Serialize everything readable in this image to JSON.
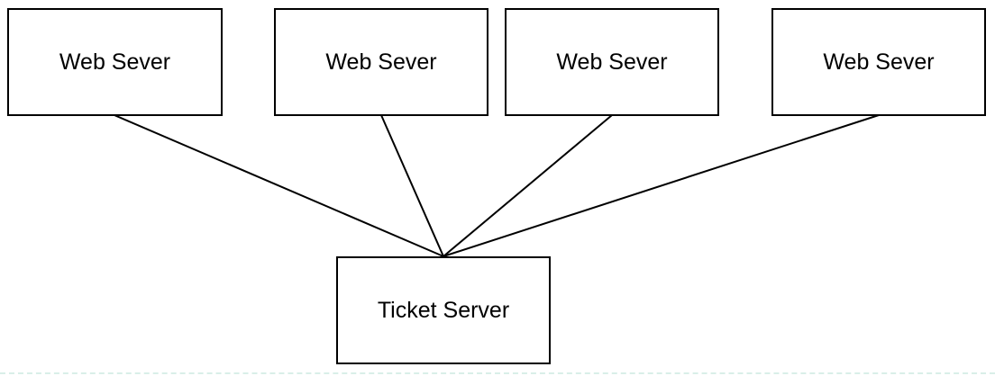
{
  "diagram": {
    "web_servers": [
      {
        "label": "Web Sever"
      },
      {
        "label": "Web Sever"
      },
      {
        "label": "Web Sever"
      },
      {
        "label": "Web Sever"
      }
    ],
    "ticket_server": {
      "label": "Ticket Server"
    },
    "edges": [
      {
        "from": "web-server-1",
        "to": "ticket-server"
      },
      {
        "from": "web-server-2",
        "to": "ticket-server"
      },
      {
        "from": "web-server-3",
        "to": "ticket-server"
      },
      {
        "from": "web-server-4",
        "to": "ticket-server"
      }
    ],
    "colors": {
      "stroke": "#000000",
      "background": "#ffffff",
      "text": "#000000"
    }
  }
}
